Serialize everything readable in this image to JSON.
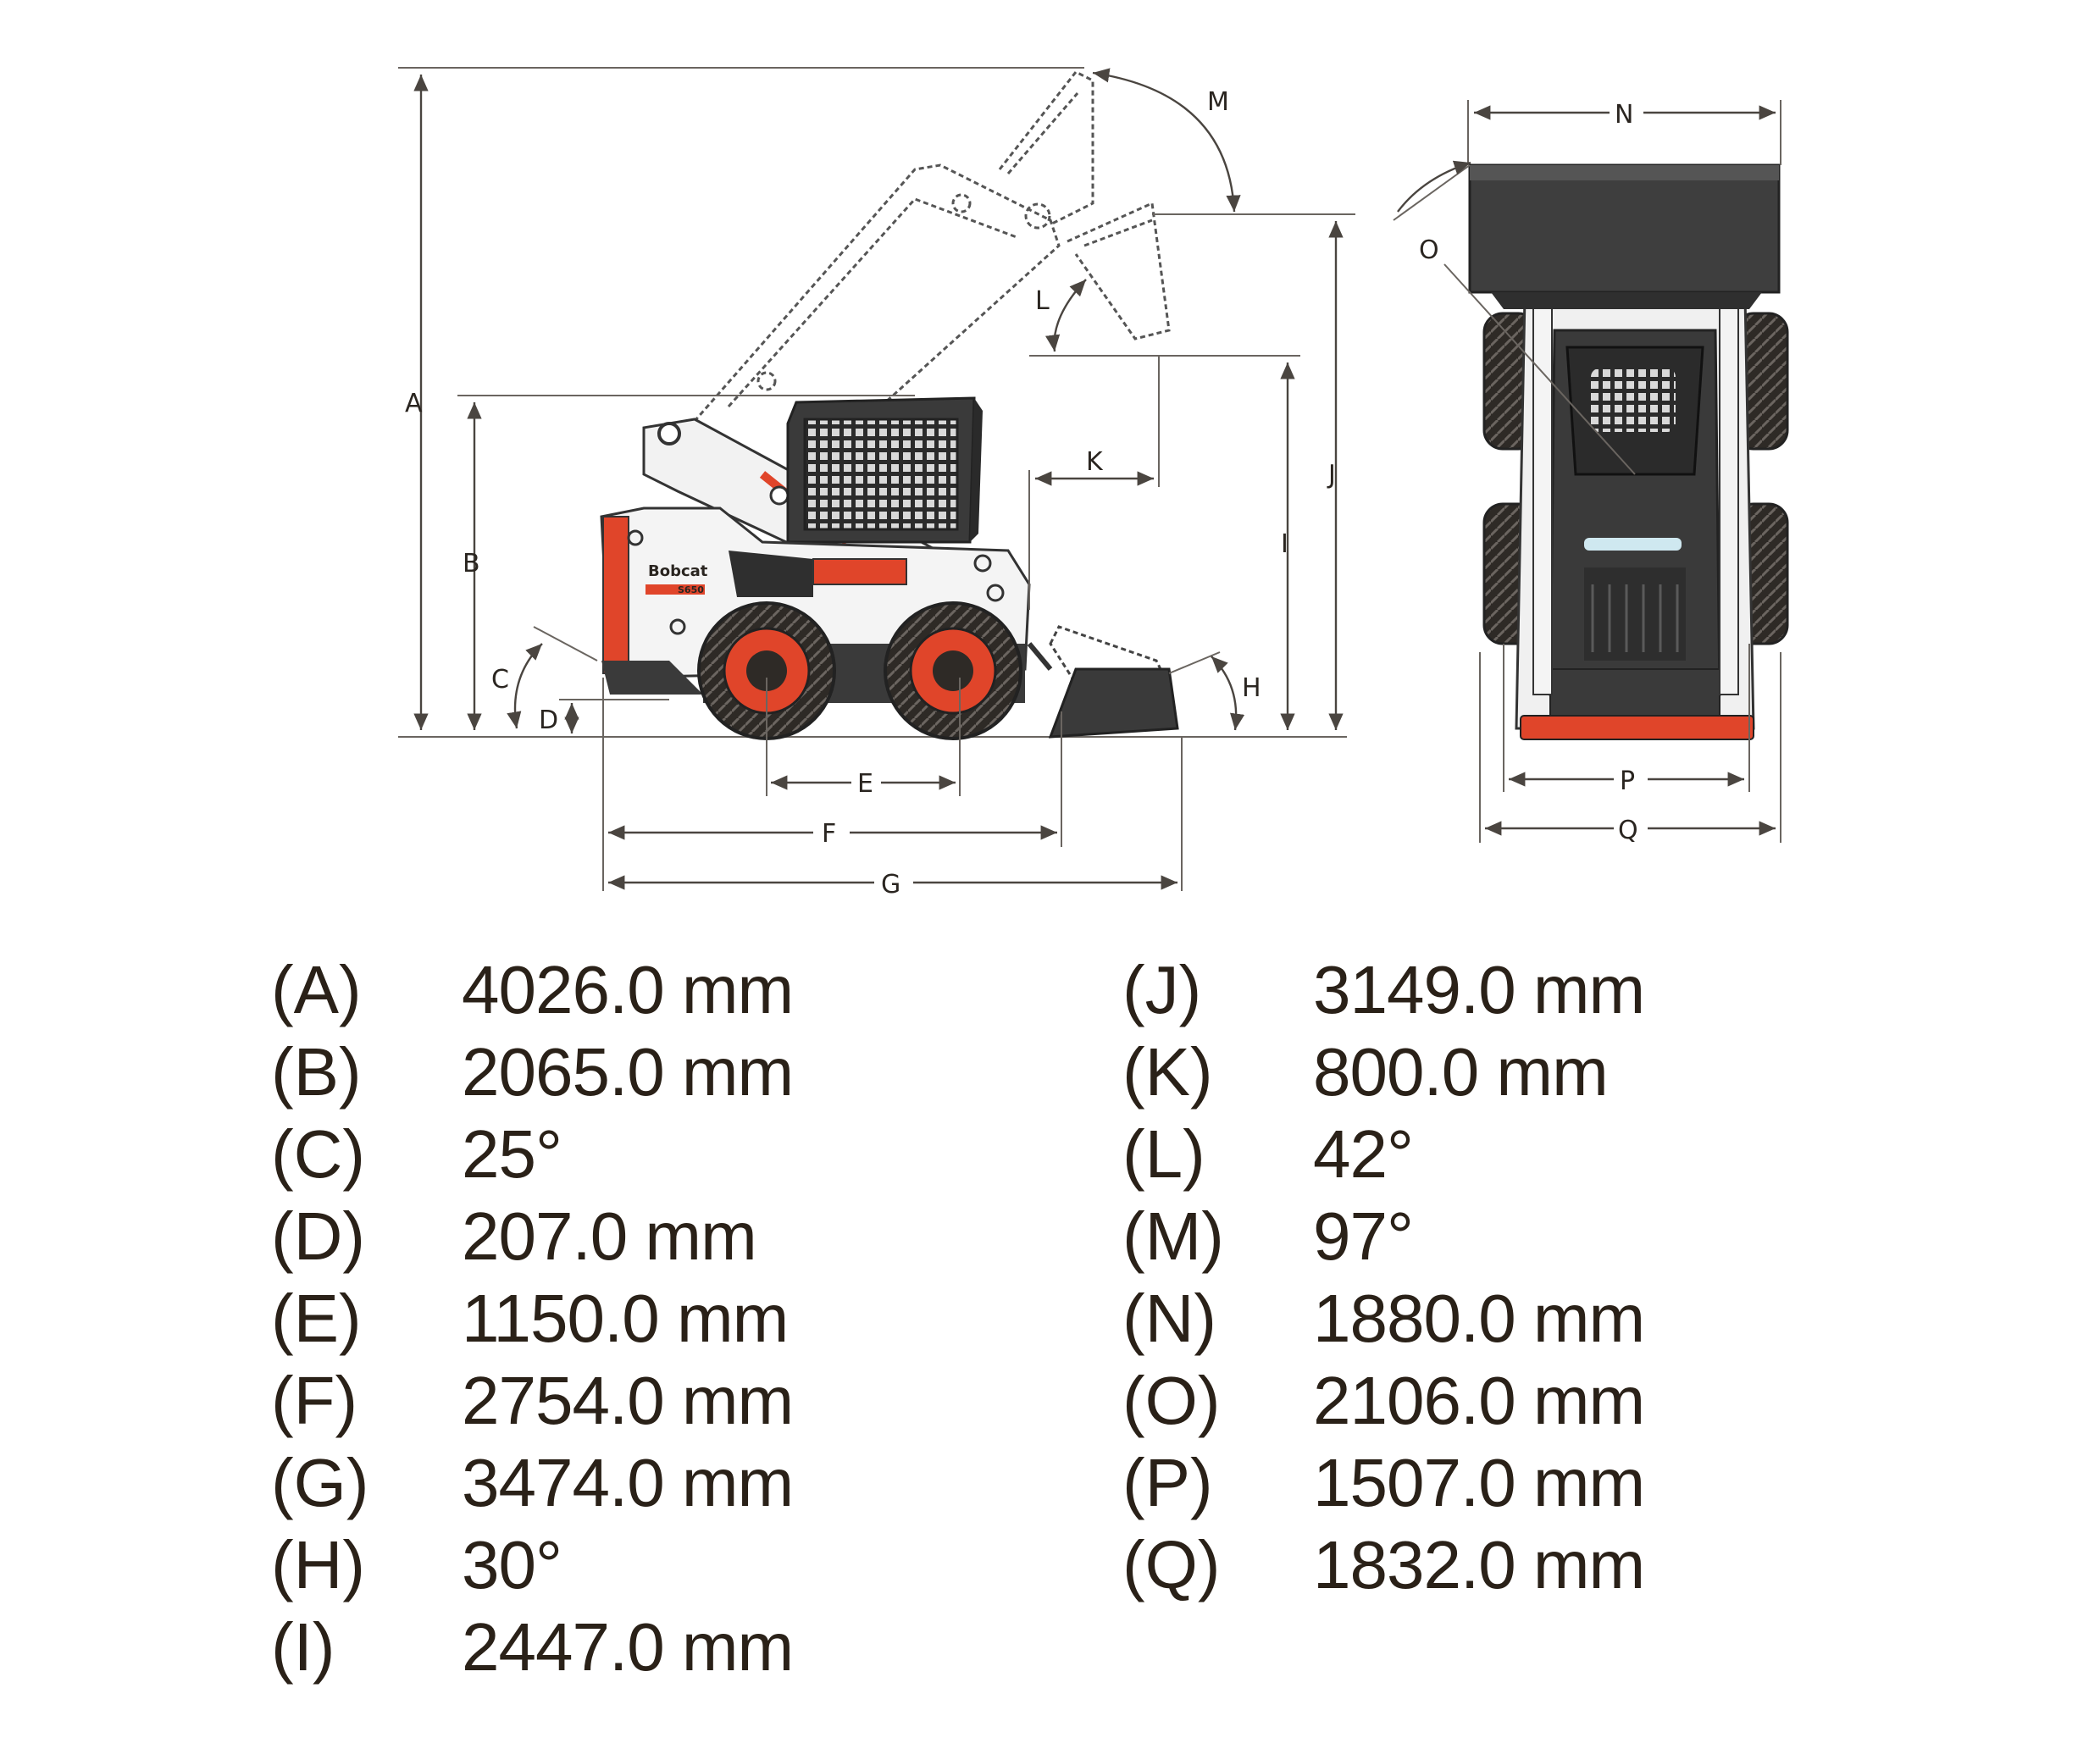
{
  "diagram": {
    "labels": {
      "A": "A",
      "B": "B",
      "C": "C",
      "D": "D",
      "E": "E",
      "F": "F",
      "G": "G",
      "H": "H",
      "I": "I",
      "J": "J",
      "K": "K",
      "L": "L",
      "M": "M",
      "N": "N",
      "O": "O",
      "P": "P",
      "Q": "Q"
    },
    "brand_text": "Bobcat",
    "model_text": "S650",
    "colors": {
      "accent": "#e0452a",
      "body": "#3a3a3a",
      "tire": "#2e2a26",
      "line": "#4a4540"
    }
  },
  "specs": {
    "left": [
      {
        "label": "(A)",
        "value": "4026.0 mm"
      },
      {
        "label": "(B)",
        "value": "2065.0 mm"
      },
      {
        "label": "(C)",
        "value": "25°"
      },
      {
        "label": "(D)",
        "value": "207.0 mm"
      },
      {
        "label": "(E)",
        "value": "1150.0 mm"
      },
      {
        "label": "(F)",
        "value": "2754.0 mm"
      },
      {
        "label": "(G)",
        "value": "3474.0 mm"
      },
      {
        "label": "(H)",
        "value": "30°"
      },
      {
        "label": "(I)",
        "value": "2447.0 mm"
      }
    ],
    "right": [
      {
        "label": "(J)",
        "value": "3149.0 mm"
      },
      {
        "label": "(K)",
        "value": "800.0 mm"
      },
      {
        "label": "(L)",
        "value": "42°"
      },
      {
        "label": "(M)",
        "value": "97°"
      },
      {
        "label": "(N)",
        "value": "1880.0 mm"
      },
      {
        "label": "(O)",
        "value": "2106.0 mm"
      },
      {
        "label": "(P)",
        "value": "1507.0 mm"
      },
      {
        "label": "(Q)",
        "value": "1832.0 mm"
      }
    ]
  }
}
